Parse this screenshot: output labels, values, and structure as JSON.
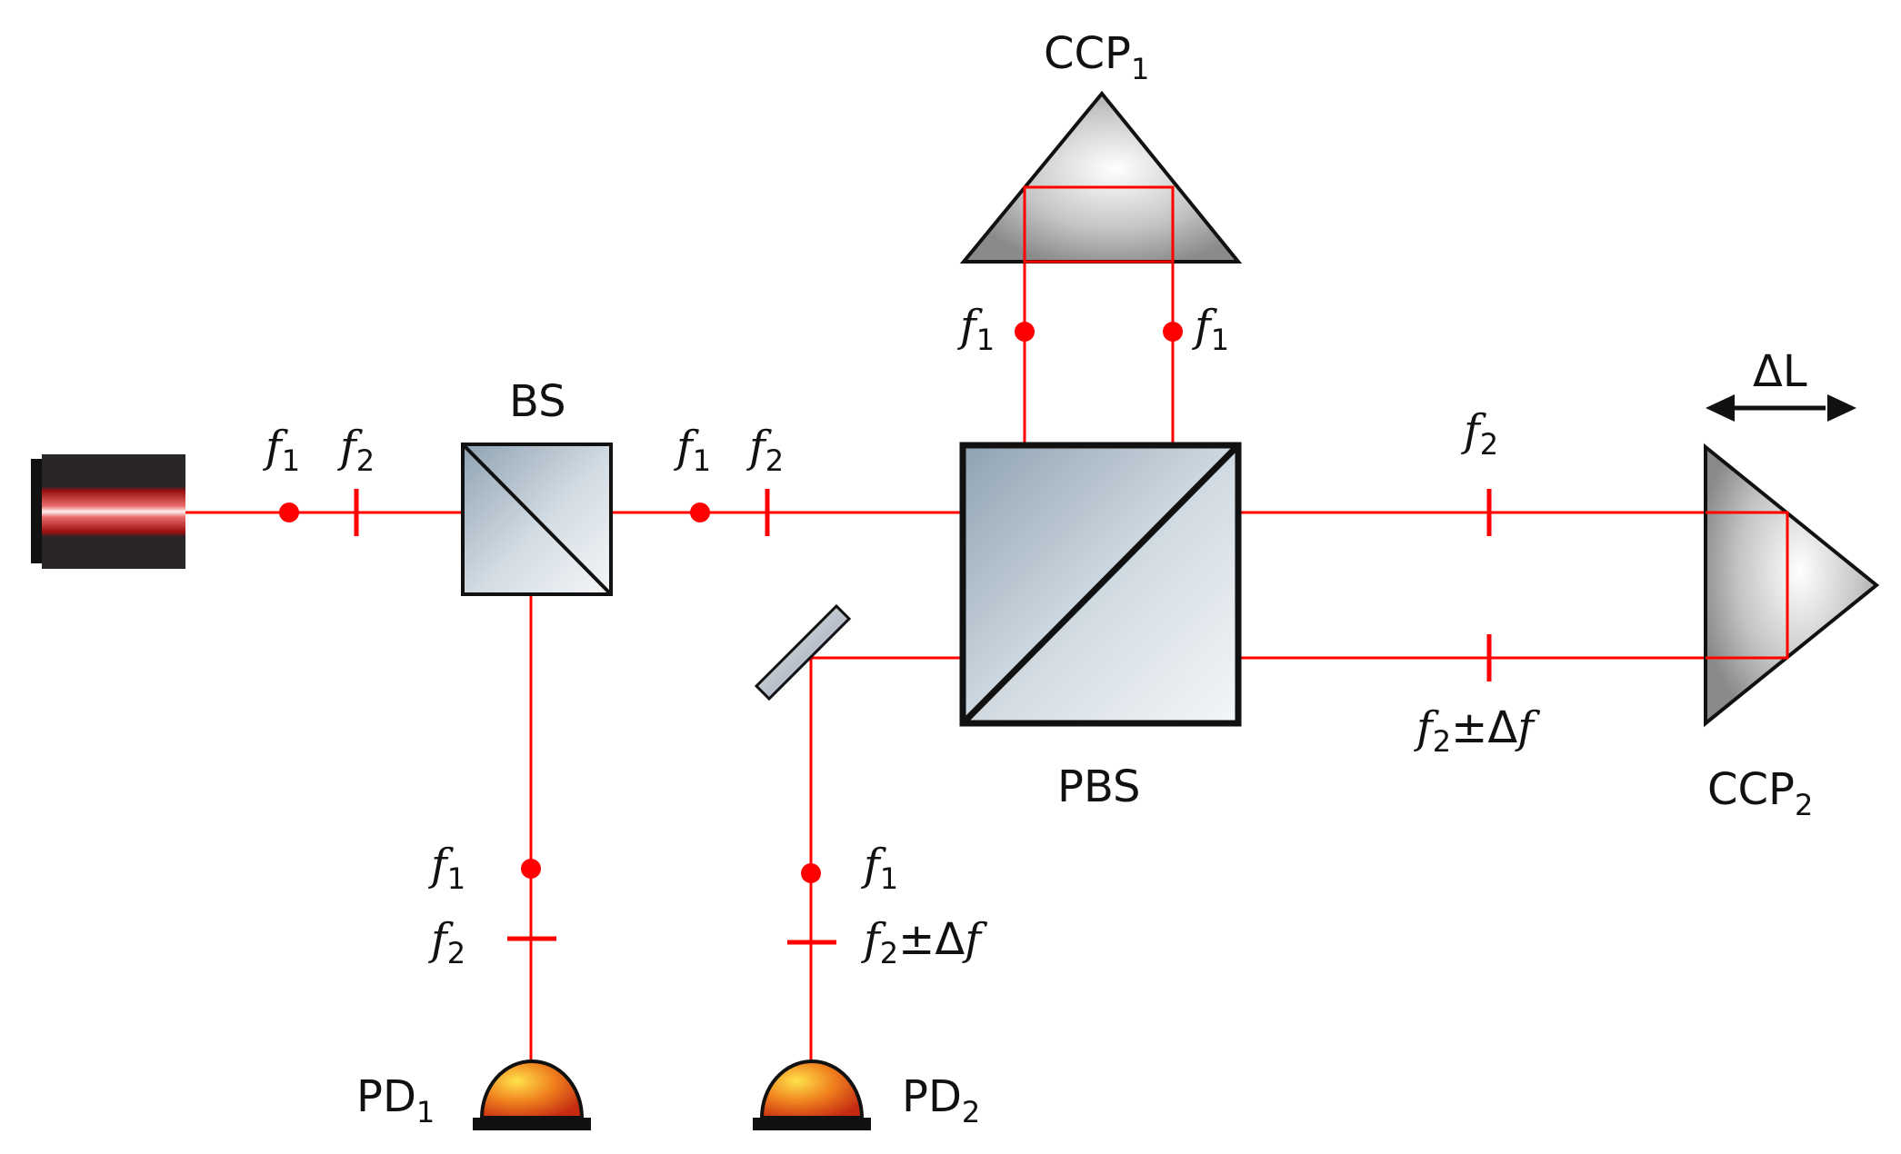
{
  "components": {
    "bs": "BS",
    "pbs": "PBS",
    "ccp1": "CCP",
    "ccp1_sub": "1",
    "ccp2": "CCP",
    "ccp2_sub": "2",
    "pd1": "PD",
    "pd1_sub": "1",
    "pd2": "PD",
    "pd2_sub": "2",
    "delta_l": "ΔL"
  },
  "symbols": {
    "f": "f",
    "sub1": "1",
    "sub2": "2",
    "pm_delta": "±Δ"
  },
  "colors": {
    "beam": "#ff0000",
    "outline": "#111111",
    "detector": "#e8641a"
  }
}
